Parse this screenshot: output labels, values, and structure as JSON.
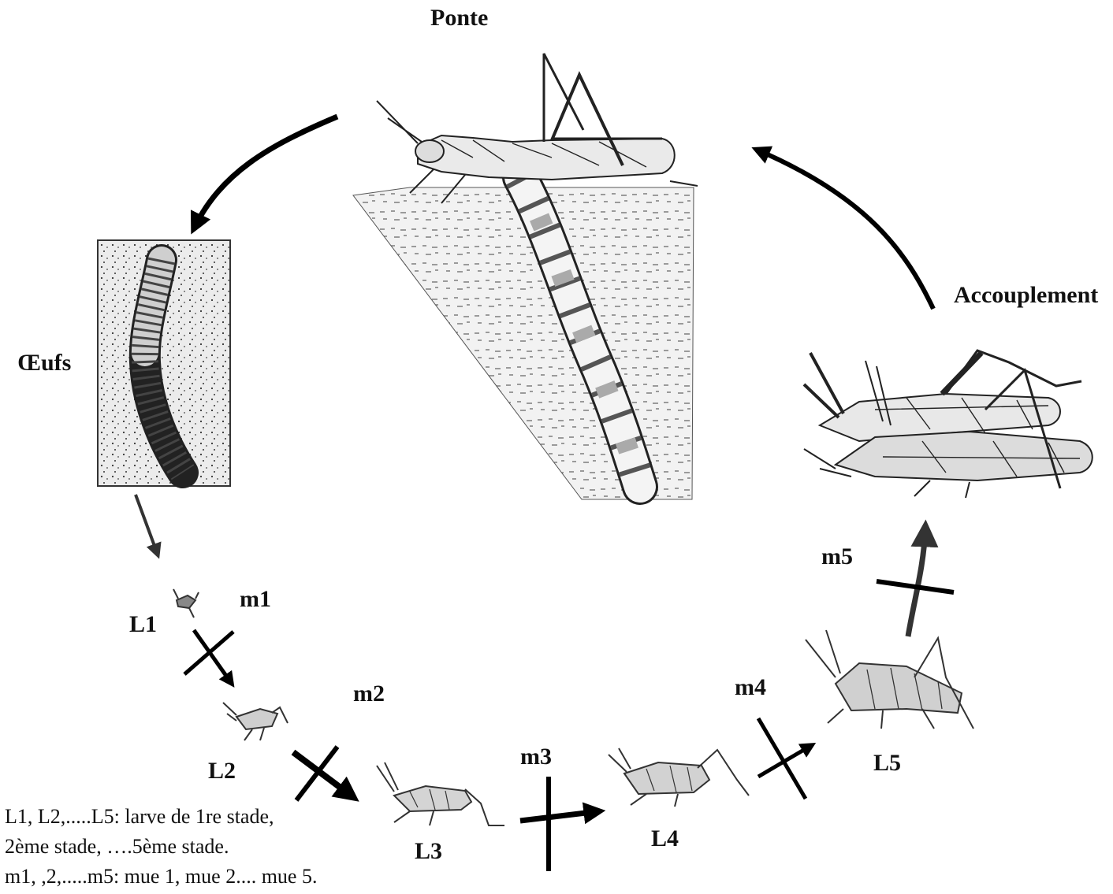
{
  "labels": {
    "ponte": "Ponte",
    "oeufs": "Œufs",
    "accouplement": "Accouplement",
    "L1": "L1",
    "L2": "L2",
    "L3": "L3",
    "L4": "L4",
    "L5": "L5",
    "m1": "m1",
    "m2": "m2",
    "m3": "m3",
    "m4": "m4",
    "m5": "m5"
  },
  "legend": {
    "line1": "L1, L2,.....L5: larve de 1re  stade,",
    "line2": "2ème  stade, ….5ème  stade.",
    "line3": "m1, ,2,.....m5: mue 1, mue 2.... mue 5."
  }
}
